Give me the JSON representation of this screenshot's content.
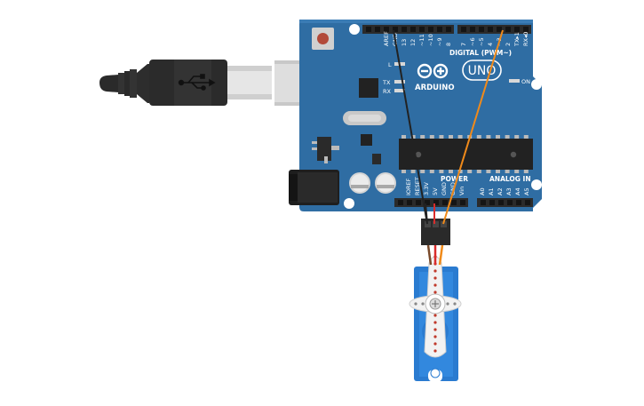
{
  "board": {
    "digital_label": "DIGITAL (PWM~)",
    "brand": "ARDUINO",
    "model": "UNO",
    "on_label": "ON",
    "l_label": "L",
    "tx_label": "TX",
    "rx_label": "RX",
    "power_label": "POWER",
    "analog_label": "ANALOG IN",
    "top_pins": [
      "AREF",
      "GND",
      "13",
      "12",
      "~11",
      "~10",
      "~9",
      "8",
      "7",
      "~6",
      "~5",
      "4",
      "~3",
      "2",
      "TX▸1",
      "RX◂0"
    ],
    "power_pins": [
      "IOREF",
      "RESET",
      "3.3V",
      "5V",
      "GND",
      "GND",
      "Vin"
    ],
    "analog_pins": [
      "A0",
      "A1",
      "A2",
      "A3",
      "A4",
      "A5"
    ]
  },
  "colors": {
    "board": "#2f6da3",
    "board_dark": "#245a88",
    "header": "#2b2b2b",
    "wire_gnd": "#222222",
    "wire_signal": "#f08a1a",
    "wire_power": "#d92b2b",
    "servo": "#2a7bd0"
  },
  "icons": {
    "usb_plug": "usb-plug-icon",
    "usb_symbol": "usb-symbol-icon",
    "servo": "servo-motor-icon"
  }
}
